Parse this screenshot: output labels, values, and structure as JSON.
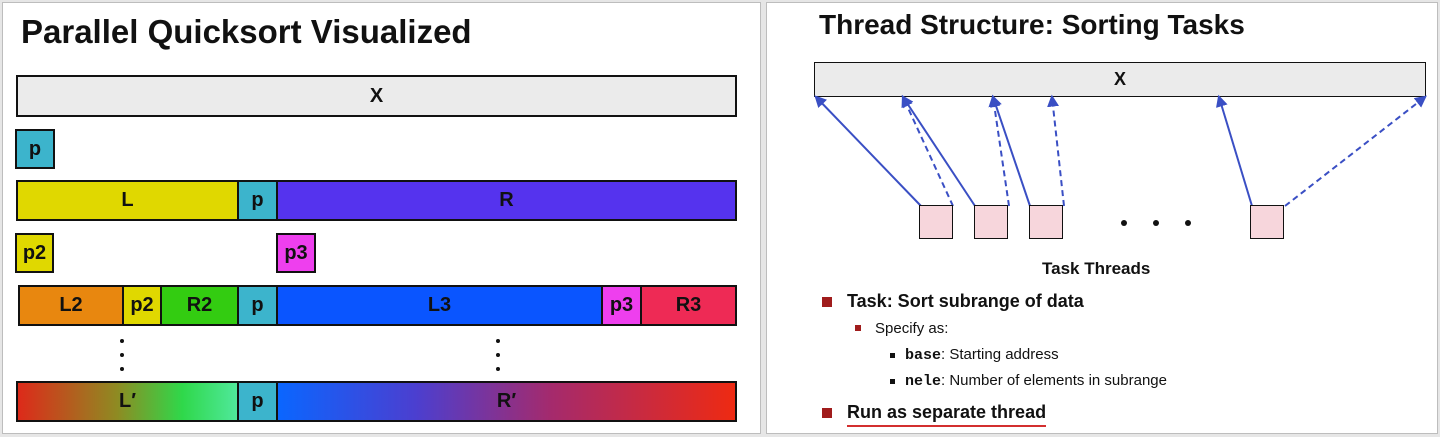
{
  "left": {
    "title": "Parallel Quicksort Visualized",
    "row0": {
      "x_label": "X"
    },
    "row1": {
      "p_label": "p"
    },
    "row2": {
      "l_label": "L",
      "p_label": "p",
      "r_label": "R"
    },
    "row3": {
      "p2_label": "p2",
      "p3_label": "p3"
    },
    "row4": {
      "l2_label": "L2",
      "p2_label": "p2",
      "r2_label": "R2",
      "p_label": "p",
      "l3_label": "L3",
      "p3_label": "p3",
      "r3_label": "R3"
    },
    "row5": {
      "lprime_label": "L′",
      "p_label": "p",
      "rprime_label": "R′"
    },
    "colors": {
      "gray": "#ebebeb",
      "cyan": "#3cb4cc",
      "yellow": "#e0d800",
      "purple": "#5533ee",
      "magenta": "#ee3fee",
      "orange": "#e8870f",
      "green": "#33cc11",
      "blue": "#0a55ff",
      "red": "#ee2a55"
    }
  },
  "right": {
    "title": "Thread Structure: Sorting Tasks",
    "array_label": "X",
    "task_threads_label": "Task Threads",
    "bullet1": "Task: Sort subrange of data",
    "sub_bullet": "Specify as:",
    "item1_code": "base",
    "item1_text": ": Starting address",
    "item2_code": "nele",
    "item2_text": ": Number of elements in subrange",
    "bullet2": "Run as separate thread",
    "colors": {
      "arrow": "#3a4fc4",
      "task_fill": "#f7d6dc",
      "bullet": "#a01c1c",
      "underline": "#d32f2f"
    }
  }
}
